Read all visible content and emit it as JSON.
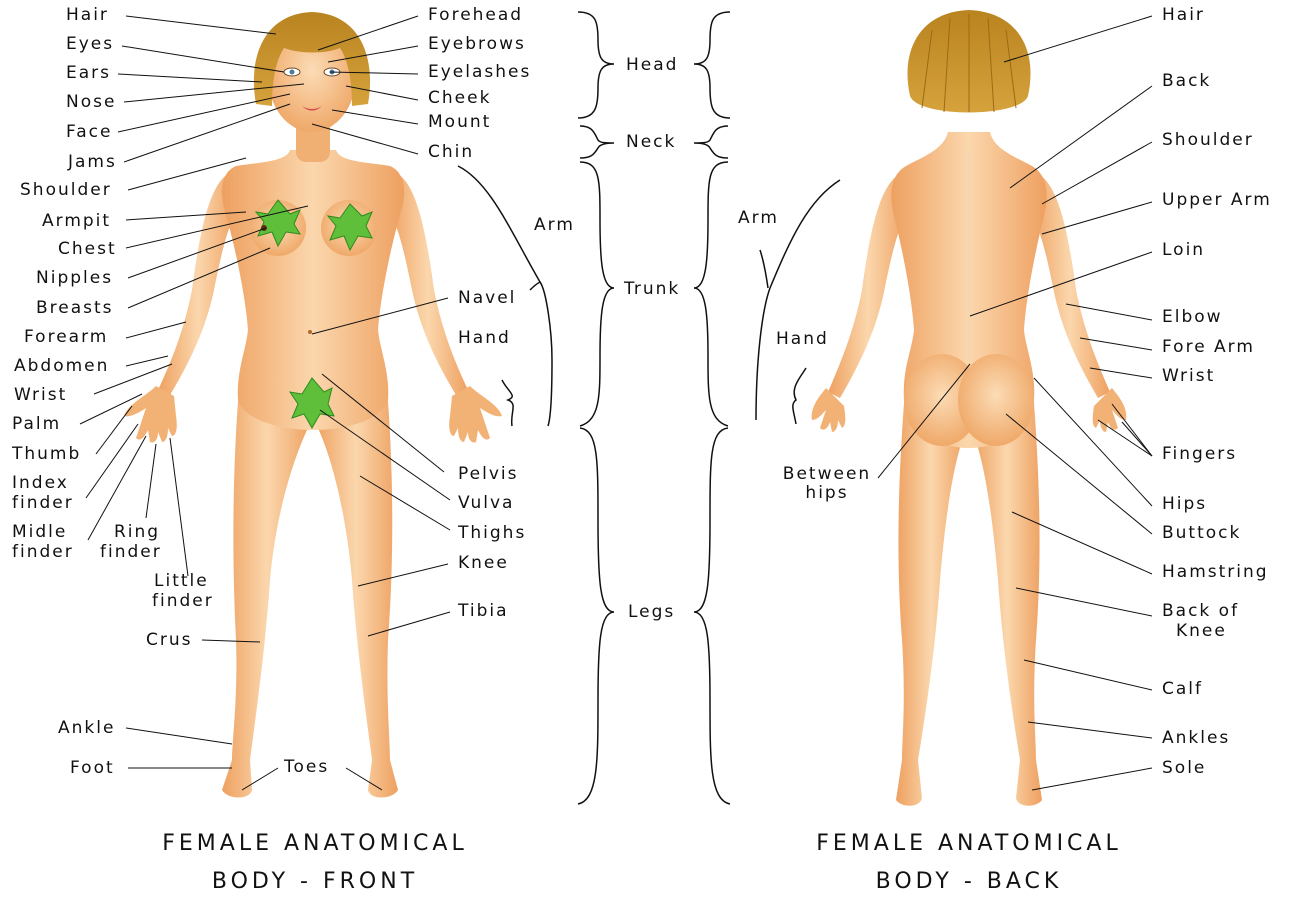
{
  "front": {
    "left_labels": [
      "Hair",
      "Eyes",
      "Ears",
      "Nose",
      "Face",
      "Jams",
      "Shoulder",
      "Armpit",
      "Chest",
      "Nipples",
      "Breasts",
      "Forearm",
      "Abdomen",
      "Wrist",
      "Palm",
      "Thumb",
      "Index",
      "finder",
      "Midle",
      "finder",
      "Ring",
      "finder",
      "Little",
      "finder",
      "Crus",
      "Ankle",
      "Foot",
      "Toes"
    ],
    "right_labels": [
      "Forehead",
      "Eyebrows",
      "Eyelashes",
      "Cheek",
      "Mount",
      "Chin",
      "Arm",
      "Navel",
      "Hand",
      "Pelvis",
      "Vulva",
      "Thighs",
      "Knee",
      "Tibia"
    ],
    "title_line1": "FEMALE ANATOMICAL",
    "title_line2": "BODY - FRONT"
  },
  "regions": [
    "Head",
    "Neck",
    "Trunk",
    "Legs"
  ],
  "back": {
    "left_labels": [
      "Arm",
      "Hand",
      "Between",
      "hips"
    ],
    "right_labels": [
      "Hair",
      "Back",
      "Shoulder",
      "Upper Arm",
      "Loin",
      "Elbow",
      "Fore Arm",
      "Wrist",
      "Fingers",
      "Hips",
      "Buttock",
      "Hamstring",
      "Back of",
      "Knee",
      "Calf",
      "Ankles",
      "Sole"
    ],
    "title_line1": "FEMALE ANATOMICAL",
    "title_line2": "BODY - BACK"
  },
  "colors": {
    "skin_light": "#f8cfa0",
    "skin_mid": "#f2b276",
    "skin_dark": "#e79a55",
    "hair": "#c8922a",
    "hair_dark": "#9c6a14",
    "leaf": "#5fbf3a",
    "leaf_dark": "#2f8a1e",
    "line": "#111111"
  }
}
